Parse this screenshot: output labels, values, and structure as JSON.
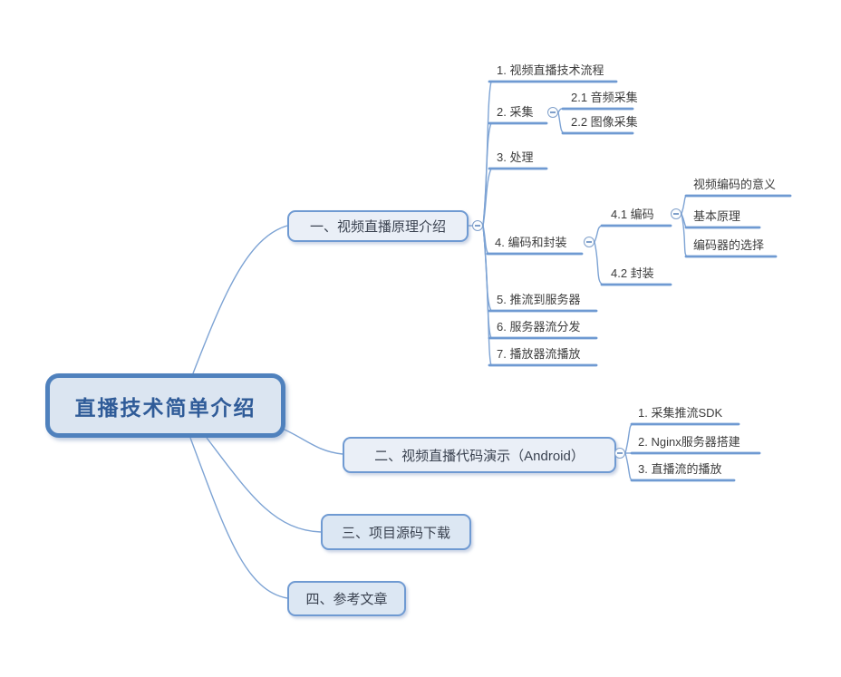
{
  "diagram": {
    "type": "mindmap",
    "colors": {
      "connector_line": "#7da3d4",
      "node_underline": "#6f9ad2",
      "branch_border": "#6f9ad2",
      "branch_fill": "#eaeff7",
      "branch_fill_alt": "#dce7f3",
      "root_border": "#4f81bd",
      "root_fill": "#dbe5f1",
      "root_text": "#2f5b98",
      "text": "#3c3c3c"
    },
    "collapse_icon_glyph": "minus"
  },
  "root": {
    "label": "直播技术简单介绍"
  },
  "branches": [
    {
      "label": "一、视频直播原理介绍",
      "children": [
        {
          "label": "1. 视频直播技术流程"
        },
        {
          "label": "2. 采集",
          "children": [
            {
              "label": "2.1 音频采集"
            },
            {
              "label": "2.2 图像采集"
            }
          ]
        },
        {
          "label": "3. 处理"
        },
        {
          "label": "4. 编码和封装",
          "children": [
            {
              "label": "4.1 编码",
              "children": [
                {
                  "label": "视频编码的意义"
                },
                {
                  "label": "基本原理"
                },
                {
                  "label": "编码器的选择"
                }
              ]
            },
            {
              "label": "4.2 封装"
            }
          ]
        },
        {
          "label": "5. 推流到服务器"
        },
        {
          "label": "6. 服务器流分发"
        },
        {
          "label": "7. 播放器流播放"
        }
      ]
    },
    {
      "label": "二、视频直播代码演示（Android）",
      "children": [
        {
          "label": "1. 采集推流SDK"
        },
        {
          "label": "2. Nginx服务器搭建"
        },
        {
          "label": "3. 直播流的播放"
        }
      ]
    },
    {
      "label": "三、项目源码下载"
    },
    {
      "label": "四、参考文章"
    }
  ]
}
